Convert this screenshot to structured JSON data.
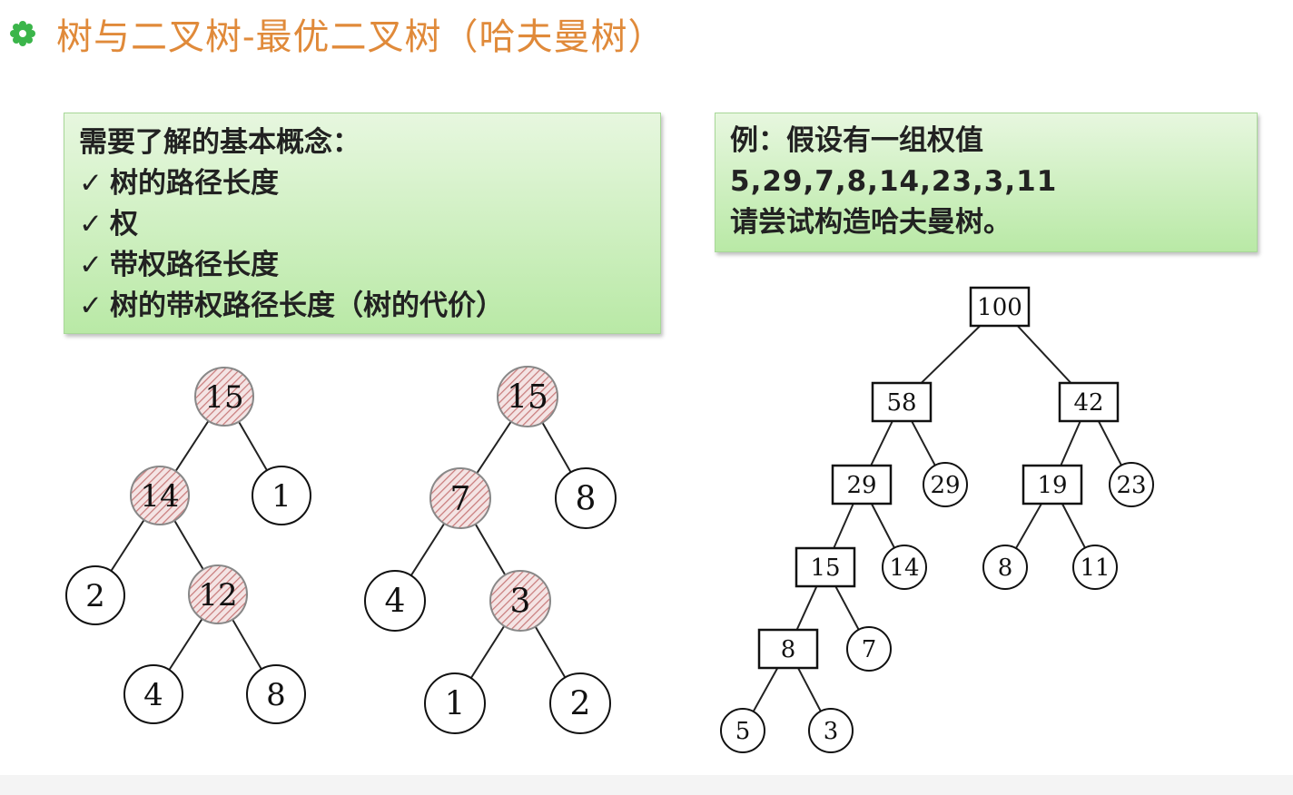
{
  "title": "树与二叉树-最优二叉树（哈夫曼树）",
  "concepts": {
    "heading": "需要了解的基本概念：",
    "check": "✓",
    "items": [
      "树的路径长度",
      "权",
      "带权路径长度",
      "树的带权路径长度（树的代价）"
    ]
  },
  "example": {
    "line1": "例：假设有一组权值",
    "line2": "5,29,7,8,14,23,3,11",
    "line3": "请尝试构造哈夫曼树。"
  },
  "colors": {
    "title": "#e08a3a",
    "hatch": "#c97c7c",
    "box": "#b9e9a6"
  },
  "trees": {
    "tree1": {
      "labels": [
        "15",
        "14",
        "1",
        "2",
        "12",
        "4",
        "8"
      ],
      "hatched": [
        true,
        true,
        false,
        false,
        true,
        false,
        false
      ]
    },
    "tree2": {
      "labels": [
        "15",
        "7",
        "8",
        "4",
        "3",
        "1",
        "2"
      ],
      "hatched": [
        true,
        true,
        false,
        false,
        true,
        false,
        false
      ]
    },
    "huffman": {
      "labels": [
        "100",
        "58",
        "42",
        "29",
        "29",
        "19",
        "23",
        "15",
        "14",
        "8",
        "11",
        "8",
        "7",
        "5",
        "3"
      ],
      "internal": [
        true,
        true,
        true,
        true,
        false,
        true,
        false,
        true,
        false,
        false,
        false,
        true,
        false,
        false,
        false
      ]
    }
  }
}
